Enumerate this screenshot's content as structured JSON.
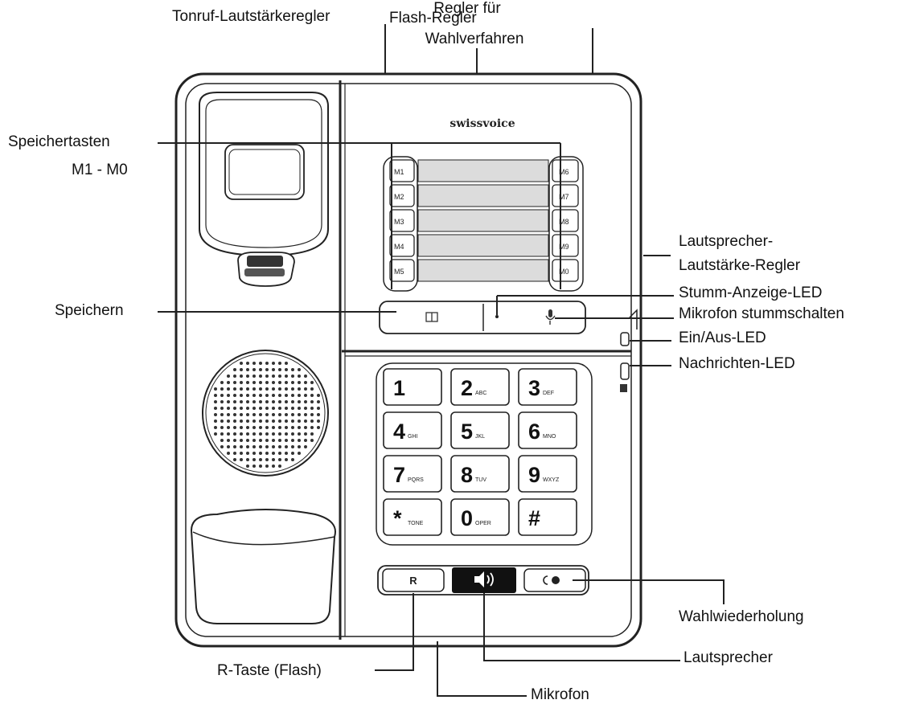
{
  "callouts": {
    "ringer_volume": "Tonruf-Lautstärkeregler",
    "flash_control": "Flash-Regler",
    "dial_mode_line1": "Regler für",
    "dial_mode_line2": "Wahlverfahren",
    "memory_keys_line1": "Speichertasten",
    "memory_keys_line2": "M1 - M0",
    "speaker_volume_line1": "Lautsprecher-",
    "speaker_volume_line2": "Lautstärke-Regler",
    "mute_led": "Stumm-Anzeige-LED",
    "mute_button": "Mikrofon stummschalten",
    "store": "Speichern",
    "power_led": "Ein/Aus-LED",
    "message_led": "Nachrichten-LED",
    "redial": "Wahlwiederholung",
    "speaker": "Lautsprecher",
    "r_key": "R-Taste (Flash)",
    "microphone": "Mikrofon"
  },
  "phone": {
    "brand": "swissvoice",
    "memory_left": [
      "M1",
      "M2",
      "M3",
      "M4",
      "M5"
    ],
    "memory_right": [
      "M6",
      "M7",
      "M8",
      "M9",
      "M0"
    ],
    "keypad": [
      {
        "digit": "1",
        "sub": ""
      },
      {
        "digit": "2",
        "sub": "ABC"
      },
      {
        "digit": "3",
        "sub": "DEF"
      },
      {
        "digit": "4",
        "sub": "GHI"
      },
      {
        "digit": "5",
        "sub": "JKL"
      },
      {
        "digit": "6",
        "sub": "MNO"
      },
      {
        "digit": "7",
        "sub": "PQRS"
      },
      {
        "digit": "8",
        "sub": "TUV"
      },
      {
        "digit": "9",
        "sub": "WXYZ"
      },
      {
        "digit": "*",
        "sub": "TONE"
      },
      {
        "digit": "0",
        "sub": "OPER"
      },
      {
        "digit": "#",
        "sub": ""
      }
    ],
    "r_button": "R",
    "speaker_symbol": "◀))",
    "redial_symbol": "◐●",
    "store_symbol": "◫",
    "mute_symbol": "🎙"
  }
}
